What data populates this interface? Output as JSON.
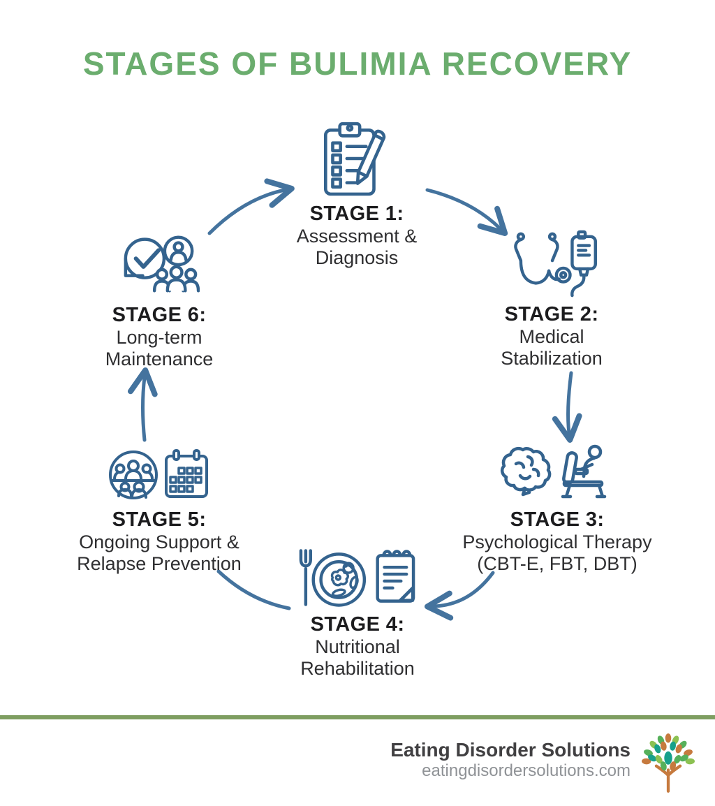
{
  "title": "STAGES OF BULIMIA RECOVERY",
  "stages": [
    {
      "label": "STAGE 1:",
      "lines": [
        "Assessment &",
        "Diagnosis"
      ],
      "icon": "clipboard-checklist-pencil"
    },
    {
      "label": "STAGE 2:",
      "lines": [
        "Medical",
        "Stabilization"
      ],
      "icon": "stethoscope-iv-bag"
    },
    {
      "label": "STAGE 3:",
      "lines": [
        "Psychological Therapy",
        "(CBT-E, FBT, DBT)"
      ],
      "icon": "brain-therapy-chair"
    },
    {
      "label": "STAGE 4:",
      "lines": [
        "Nutritional",
        "Rehabilitation"
      ],
      "icon": "fork-plate-notepad"
    },
    {
      "label": "STAGE 5:",
      "lines": [
        "Ongoing Support &",
        "Relapse Prevention"
      ],
      "icon": "support-group-calendar"
    },
    {
      "label": "STAGE 6:",
      "lines": [
        "Long-term",
        "Maintenance"
      ],
      "icon": "checkmark-people-group"
    }
  ],
  "footer": {
    "name": "Eating Disorder Solutions",
    "website": "eatingdisordersolutions.com"
  },
  "colors": {
    "title_green": "#6bad6e",
    "icon_blue": "#34638e",
    "arrow_blue": "#44739e",
    "divider_green": "#7e9e61",
    "text_dark": "#1c1c1e",
    "logo_orange": "#c67a3e",
    "logo_green": "#56b05a",
    "logo_light_green": "#8cc152",
    "logo_teal": "#17a08b"
  }
}
